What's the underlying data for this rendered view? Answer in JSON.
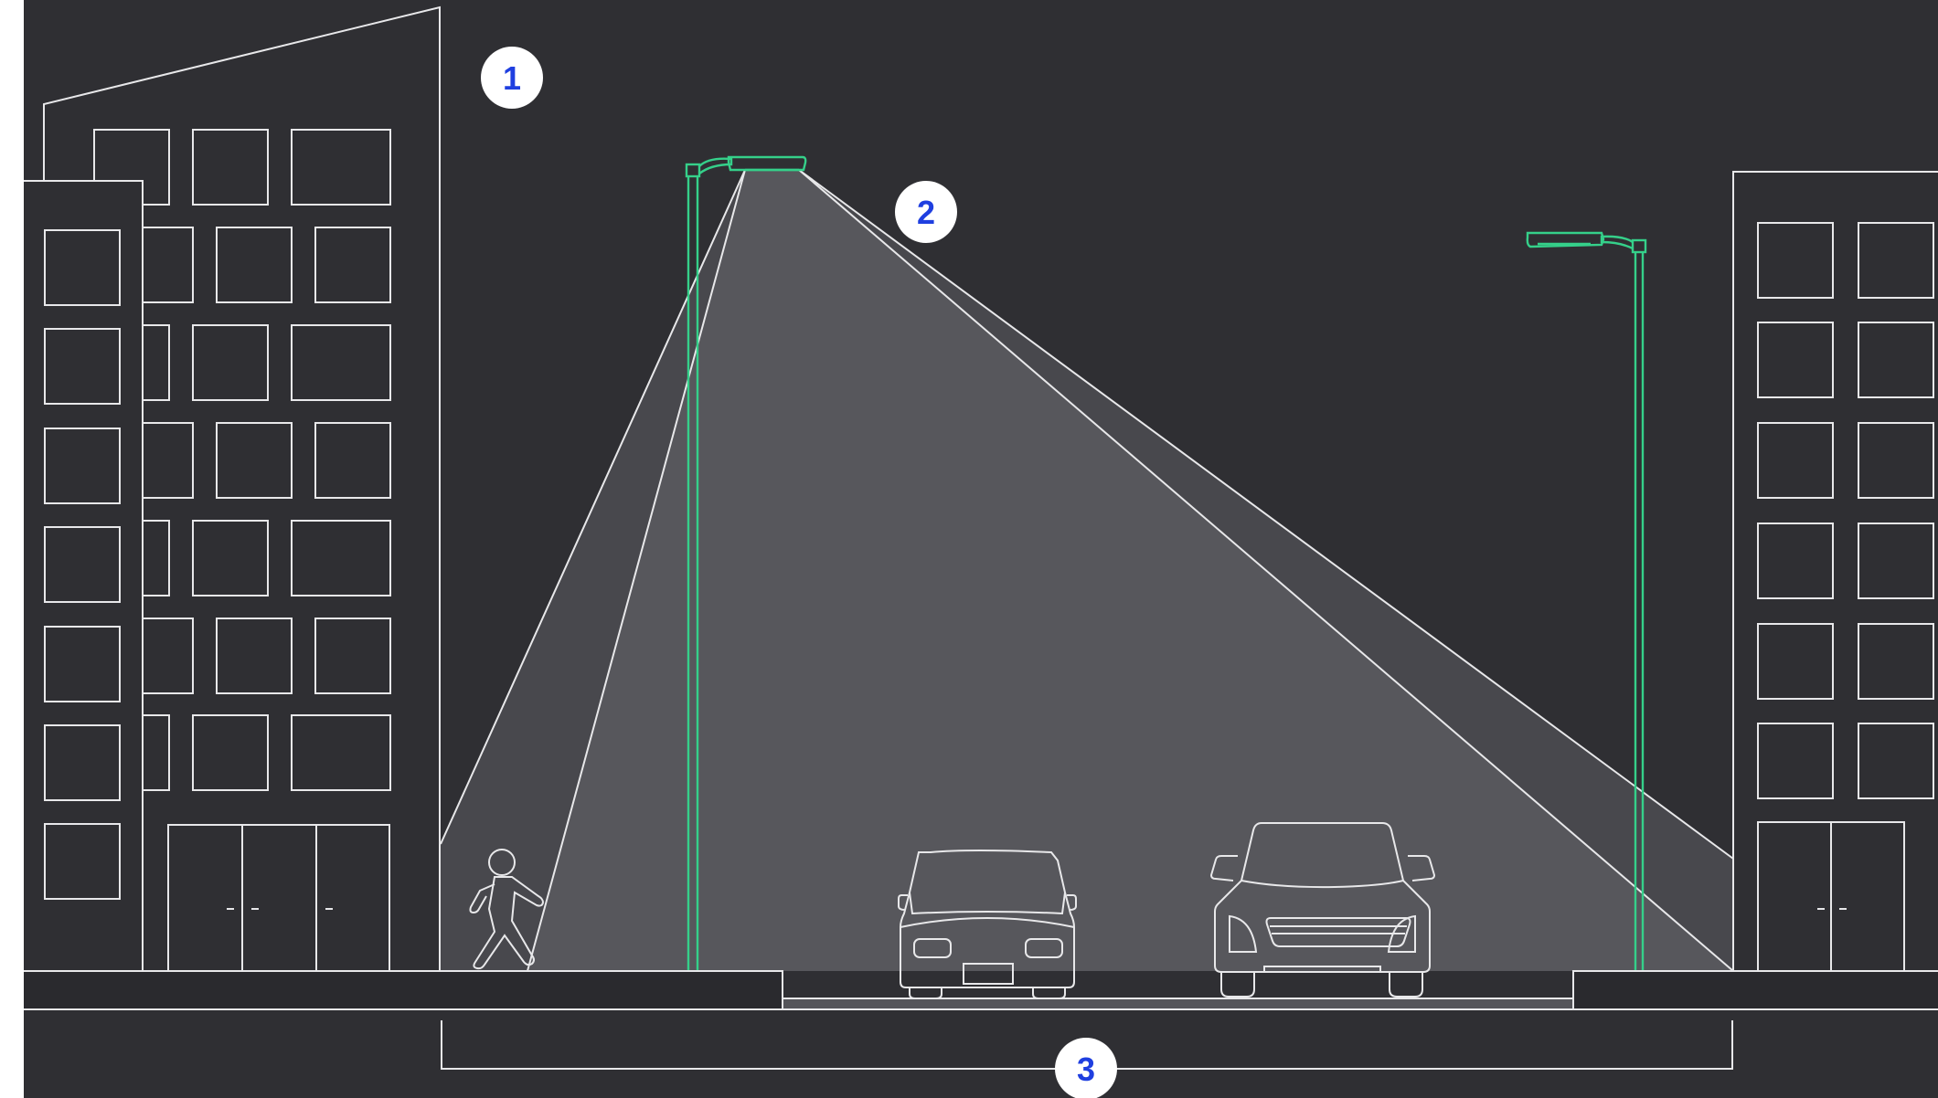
{
  "colors": {
    "background": "#2f2f33",
    "sidewalk": "#2a2a2e",
    "line": "#e8e8ea",
    "pole": "#35d08a",
    "light_cone": "#5a5a60",
    "marker_fill": "#ffffff",
    "marker_text": "#1f3fe0"
  },
  "markers": [
    {
      "label": "1"
    },
    {
      "label": "2"
    },
    {
      "label": "3"
    }
  ]
}
